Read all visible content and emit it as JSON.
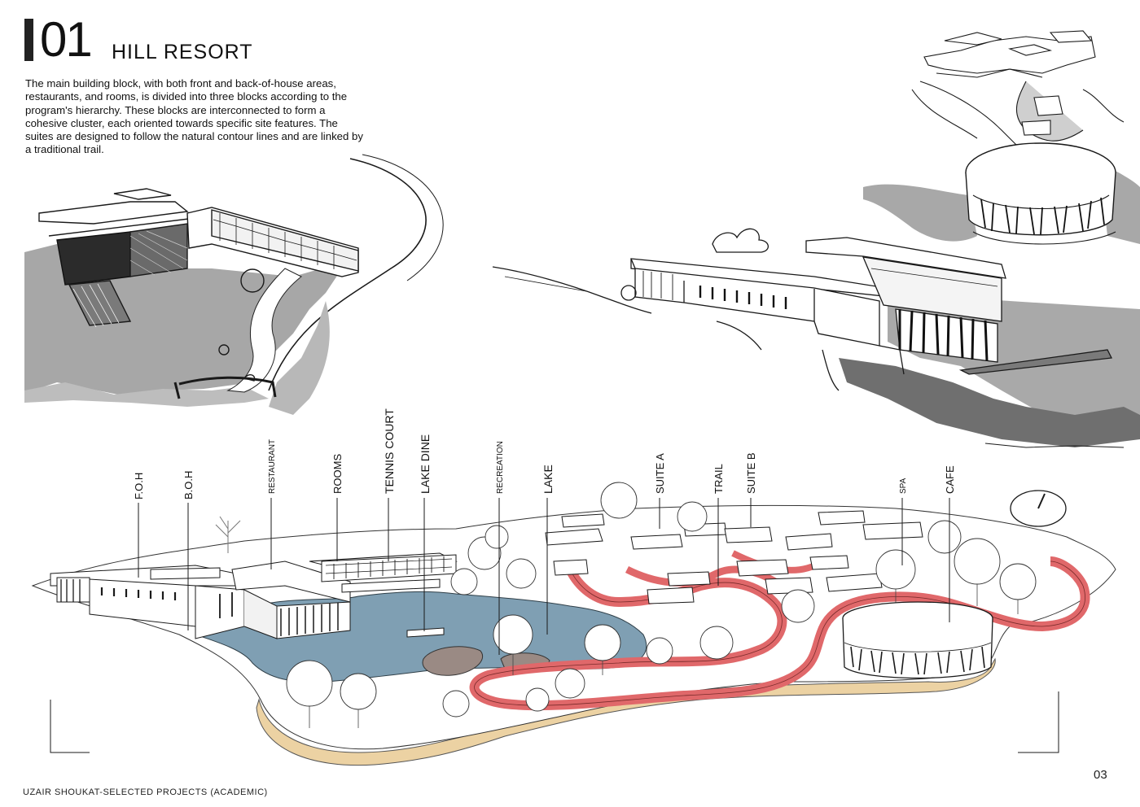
{
  "header": {
    "number": "01",
    "title": "HILL RESORT",
    "description": "The main building block, with both front and back-of-house areas, restaurants, and rooms, is divided into three blocks according to the program's hierarchy. These blocks are interconnected to form a cohesive cluster, each oriented towards specific site features. The suites are designed to follow the natural contour lines and are linked by a traditional trail."
  },
  "labels": [
    {
      "id": "foh",
      "text": "F.O.H"
    },
    {
      "id": "boh",
      "text": "B.O.H"
    },
    {
      "id": "restaurant",
      "text": "RESTAURANT"
    },
    {
      "id": "rooms",
      "text": "ROOMS"
    },
    {
      "id": "tennis",
      "text": "TENNIS COURT"
    },
    {
      "id": "lakedine",
      "text": "LAKE DINE"
    },
    {
      "id": "recreation",
      "text": "RECREATION"
    },
    {
      "id": "lake",
      "text": "LAKE"
    },
    {
      "id": "suitea",
      "text": "SUITE A"
    },
    {
      "id": "trail",
      "text": "TRAIL"
    },
    {
      "id": "suiteb",
      "text": "SUITE B"
    },
    {
      "id": "spa",
      "text": "SPA"
    },
    {
      "id": "cafe",
      "text": "CAFE"
    }
  ],
  "footer": {
    "credit": "UZAIR SHOUKAT-SELECTED PROJECTS (ACADEMIC)",
    "page_number": "03"
  },
  "colors": {
    "lake": "#7f9fb3",
    "trail": "#e0686a",
    "base": "#ecd2a3",
    "terrain": "#a9a9a9"
  }
}
